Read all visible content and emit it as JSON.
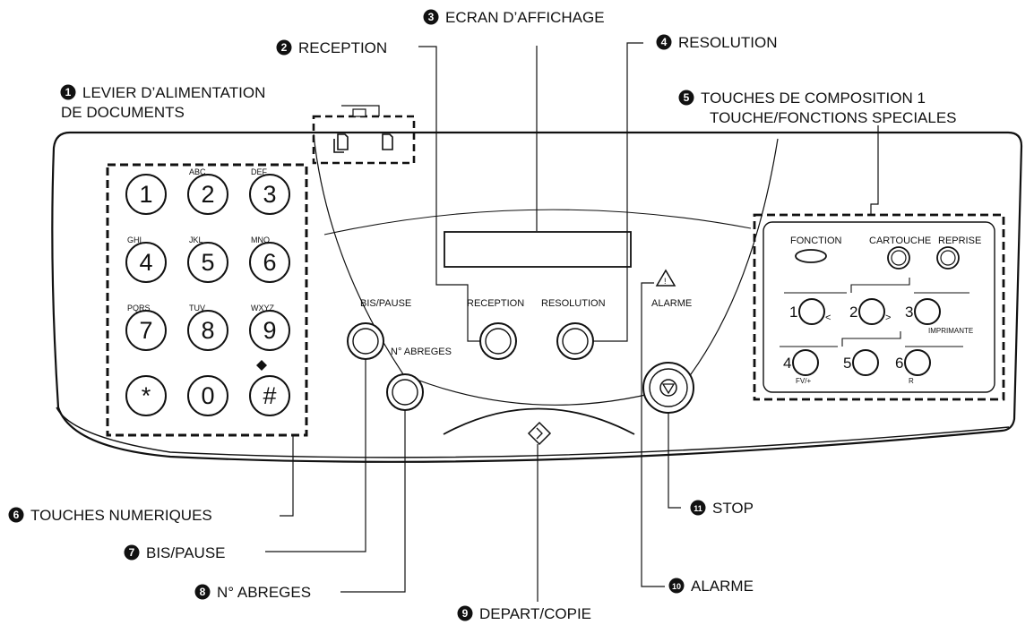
{
  "callouts": [
    {
      "num": "1",
      "lines": [
        "LEVIER D’ALIMENTATION",
        "DE DOCUMENTS"
      ]
    },
    {
      "num": "2",
      "lines": [
        "RECEPTION"
      ]
    },
    {
      "num": "3",
      "lines": [
        "ECRAN D’AFFICHAGE"
      ]
    },
    {
      "num": "4",
      "lines": [
        "RESOLUTION"
      ]
    },
    {
      "num": "5",
      "lines": [
        "TOUCHES DE COMPOSITION 1",
        "TOUCHE/FONCTIONS SPECIALES"
      ]
    },
    {
      "num": "6",
      "lines": [
        "TOUCHES NUMERIQUES"
      ]
    },
    {
      "num": "7",
      "lines": [
        "BIS/PAUSE"
      ]
    },
    {
      "num": "8",
      "lines": [
        "N° ABREGES"
      ]
    },
    {
      "num": "9",
      "lines": [
        "DEPART/COPIE"
      ]
    },
    {
      "num": "10",
      "lines": [
        "ALARME"
      ]
    },
    {
      "num": "11",
      "lines": [
        "STOP"
      ]
    }
  ],
  "keypad": {
    "keys": [
      {
        "digit": "1",
        "letters": ""
      },
      {
        "digit": "2",
        "letters": "ABC"
      },
      {
        "digit": "3",
        "letters": "DEF"
      },
      {
        "digit": "4",
        "letters": "GHI"
      },
      {
        "digit": "5",
        "letters": "JKL"
      },
      {
        "digit": "6",
        "letters": "MNO"
      },
      {
        "digit": "7",
        "letters": "PQRS"
      },
      {
        "digit": "8",
        "letters": "TUV"
      },
      {
        "digit": "9",
        "letters": "WXYZ"
      },
      {
        "digit": "*",
        "letters": ""
      },
      {
        "digit": "0",
        "letters": ""
      },
      {
        "digit": "#",
        "letters": ""
      }
    ]
  },
  "panel_labels": {
    "bis_pause": "BIS/PAUSE",
    "abreges": "N° ABREGES",
    "reception": "RECEPTION",
    "resolution": "RESOLUTION",
    "alarme": "ALARME",
    "fonction": "FONCTION",
    "cartouche": "CARTOUCHE",
    "reprise": "REPRISE",
    "imprimante": "IMPRIMANTE",
    "fv": "FV/+",
    "r": "R"
  },
  "onetouch": {
    "keys": [
      {
        "digit": "1",
        "sym": "<"
      },
      {
        "digit": "2",
        "sym": ">"
      },
      {
        "digit": "3",
        "sym": ""
      },
      {
        "digit": "4",
        "sym": ""
      },
      {
        "digit": "5",
        "sym": ""
      },
      {
        "digit": "6",
        "sym": ""
      }
    ]
  }
}
